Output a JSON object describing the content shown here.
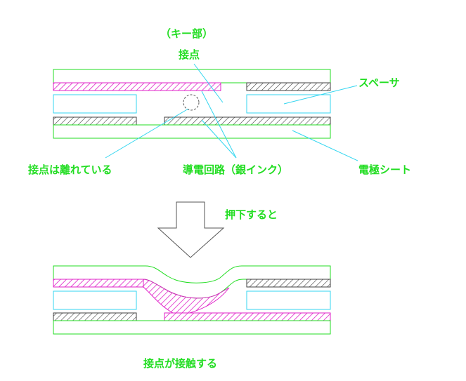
{
  "labels": {
    "key_part": "（キー部）",
    "contact": "接点",
    "spacer": "スペーサ",
    "contact_separated": "接点は離れている",
    "conductive_circuit": "導電回路（銀インク）",
    "electrode_sheet": "電極シート",
    "when_pressed": "押下すると",
    "contact_touches": "接点が接触する"
  },
  "colors": {
    "line": "#22dd22",
    "leader": "#33d6f0",
    "hatch_pink": "#e020c8",
    "hatch_dark": "#404040",
    "arrow_outline": "#555555",
    "label": "#22dd22"
  },
  "icons": {
    "press_arrow": "down-arrow-icon"
  }
}
